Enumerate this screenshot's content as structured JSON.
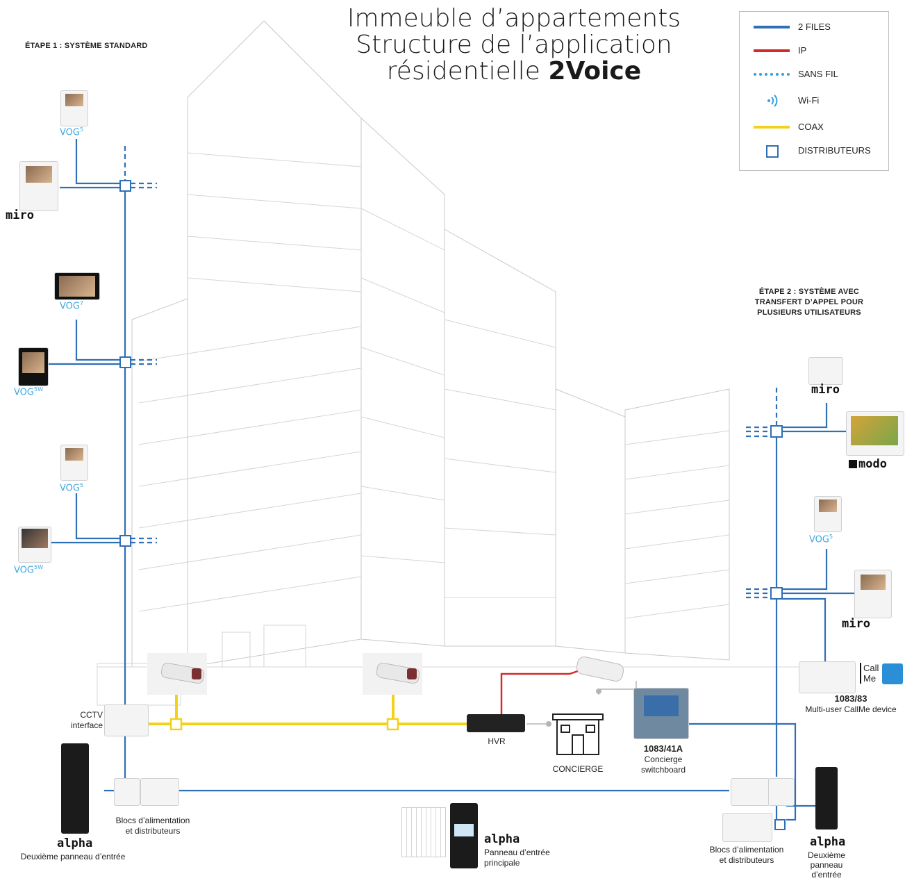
{
  "title": {
    "line1": "Immeuble d’appartements",
    "line2": "Structure de l’application",
    "line3_prefix": "résidentielle",
    "line3_bold": "2Voice"
  },
  "steps": {
    "step1": "ÉTAPE 1 : SYSTÈME STANDARD",
    "step2_lines": [
      "ÉTAPE 2 : SYSTÈME AVEC",
      "TRANSFERT D’APPEL POUR",
      "PLUSIEURS UTILISATEURS"
    ]
  },
  "legend": [
    {
      "label": "2 FILES",
      "style": "solid",
      "color": "#2f6fb5"
    },
    {
      "label": "IP",
      "style": "solid",
      "color": "#d62a2a"
    },
    {
      "label": "SANS FIL",
      "style": "dotted",
      "color": "#2fa0de"
    },
    {
      "label": "Wi-Fi",
      "style": "wifi-icon",
      "color": "#2fa0de"
    },
    {
      "label": "COAX",
      "style": "solid",
      "color": "#f2d11a"
    },
    {
      "label": "DISTRIBUTEURS",
      "style": "square",
      "color": "#2f6fb5"
    }
  ],
  "colors": {
    "two_wire": "#2f6fb5",
    "ip": "#d62a2a",
    "wireless": "#2fa0de",
    "coax": "#f2d11a",
    "grey_link": "#b5b5b5",
    "building": "#c8c8c8"
  },
  "left_devices": {
    "vog5_a": {
      "name": "VOG",
      "sup": "5"
    },
    "miro_a": "miro",
    "vog7": {
      "name": "VOG",
      "sup": "7"
    },
    "vog5w_a": {
      "name": "VOG",
      "sup": "5W"
    },
    "vog5_b": {
      "name": "VOG",
      "sup": "5"
    },
    "vog5w_b": {
      "name": "VOG",
      "sup": "5W"
    }
  },
  "right_devices": {
    "miro_top": "miro",
    "modo": "modo",
    "vog5": {
      "name": "VOG",
      "sup": "5"
    },
    "miro_bottom": "miro",
    "callme": {
      "brand_line1": "Call",
      "brand_line2": "Me",
      "code": "1083/83",
      "desc": "Multi-user CallMe device"
    }
  },
  "bottom": {
    "cctv_interface": [
      "CCTV",
      "interface"
    ],
    "hvr": "HVR",
    "concierge": "CONCIERGE",
    "switchboard": {
      "code": "1083/41A",
      "line1": "Concierge",
      "line2": "switchboard"
    },
    "psu_left": [
      "Blocs d’alimentation",
      "et distributeurs"
    ],
    "psu_right": [
      "Blocs d’alimentation",
      "et distributeurs"
    ],
    "panel_left": {
      "brand": "alpha",
      "label": "Deuxième panneau d’entrée"
    },
    "panel_main": {
      "brand": "alpha",
      "line1": "Panneau d’entrée",
      "line2": "principale"
    },
    "panel_right": {
      "brand": "alpha",
      "lines": [
        "Deuxième",
        "panneau",
        "d’entrée"
      ]
    }
  }
}
